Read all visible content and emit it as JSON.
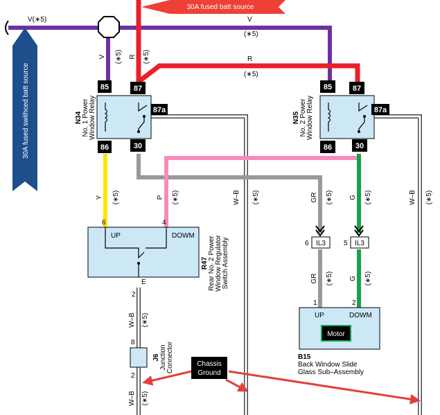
{
  "banners": {
    "top": "30A fused batt source",
    "left": "30A fused swithced batt source"
  },
  "wire_labels": {
    "v_left": "V(∗5)",
    "v_top": "V",
    "v_top_note": "(∗5)",
    "r_mid": "R",
    "r_mid_note": "(∗5)",
    "v_relay1": "V",
    "r_relay1": "R",
    "y": "Y",
    "p": "P",
    "wb1": "W–B",
    "gr": "GR",
    "g": "G",
    "wb2": "W–B",
    "gr_low": "GR",
    "g_low": "G",
    "wb_sw": "W–B",
    "wb_jc": "W–B",
    "note": "(∗5)"
  },
  "relay1": {
    "code": "N34",
    "name1": "No. 1 Power",
    "name2": "Window Relay",
    "pins": [
      "85",
      "87",
      "87a",
      "86",
      "30"
    ]
  },
  "relay2": {
    "code": "N35",
    "name1": "No. 2 Power",
    "name2": "Window Relay",
    "pins": [
      "85",
      "87",
      "87a",
      "86",
      "30"
    ]
  },
  "switch": {
    "code": "R47",
    "name1": "Rear No. 2 Power",
    "name2": "Window Regulator",
    "name3": "Switch Assembly",
    "up": "UP",
    "down": "DOWM",
    "e": "E",
    "pin_up": "6",
    "pin_down": "4",
    "pin_e": "2"
  },
  "connectors": {
    "il3_left": "IL3",
    "il3_right": "IL3",
    "il3_left_pin": "6",
    "il3_right_pin": "5"
  },
  "motor_assembly": {
    "code": "B15",
    "name1": "Back Window Slide",
    "name2": "Glass Sub–Assembly",
    "up": "UP",
    "down": "DOWM",
    "motor": "Motor",
    "pin1": "1",
    "pin2": "2"
  },
  "junction": {
    "code": "J6",
    "name1": "Junction",
    "name2": "Connector",
    "pin_top": "8",
    "pin_bottom": "2"
  },
  "ground_box": {
    "line1": "Chassis",
    "line2": "Ground"
  },
  "colors": {
    "violet": "#7030a0",
    "red": "#e8202a",
    "yellow": "#ffe400",
    "pink": "#f48cba",
    "gray": "#999999",
    "green": "#18a14a",
    "component_fill": "#cce8f6",
    "banner_blue": "#1f4e8c",
    "banner_red": "#ef4037",
    "arrow_red": "#e0413b"
  }
}
